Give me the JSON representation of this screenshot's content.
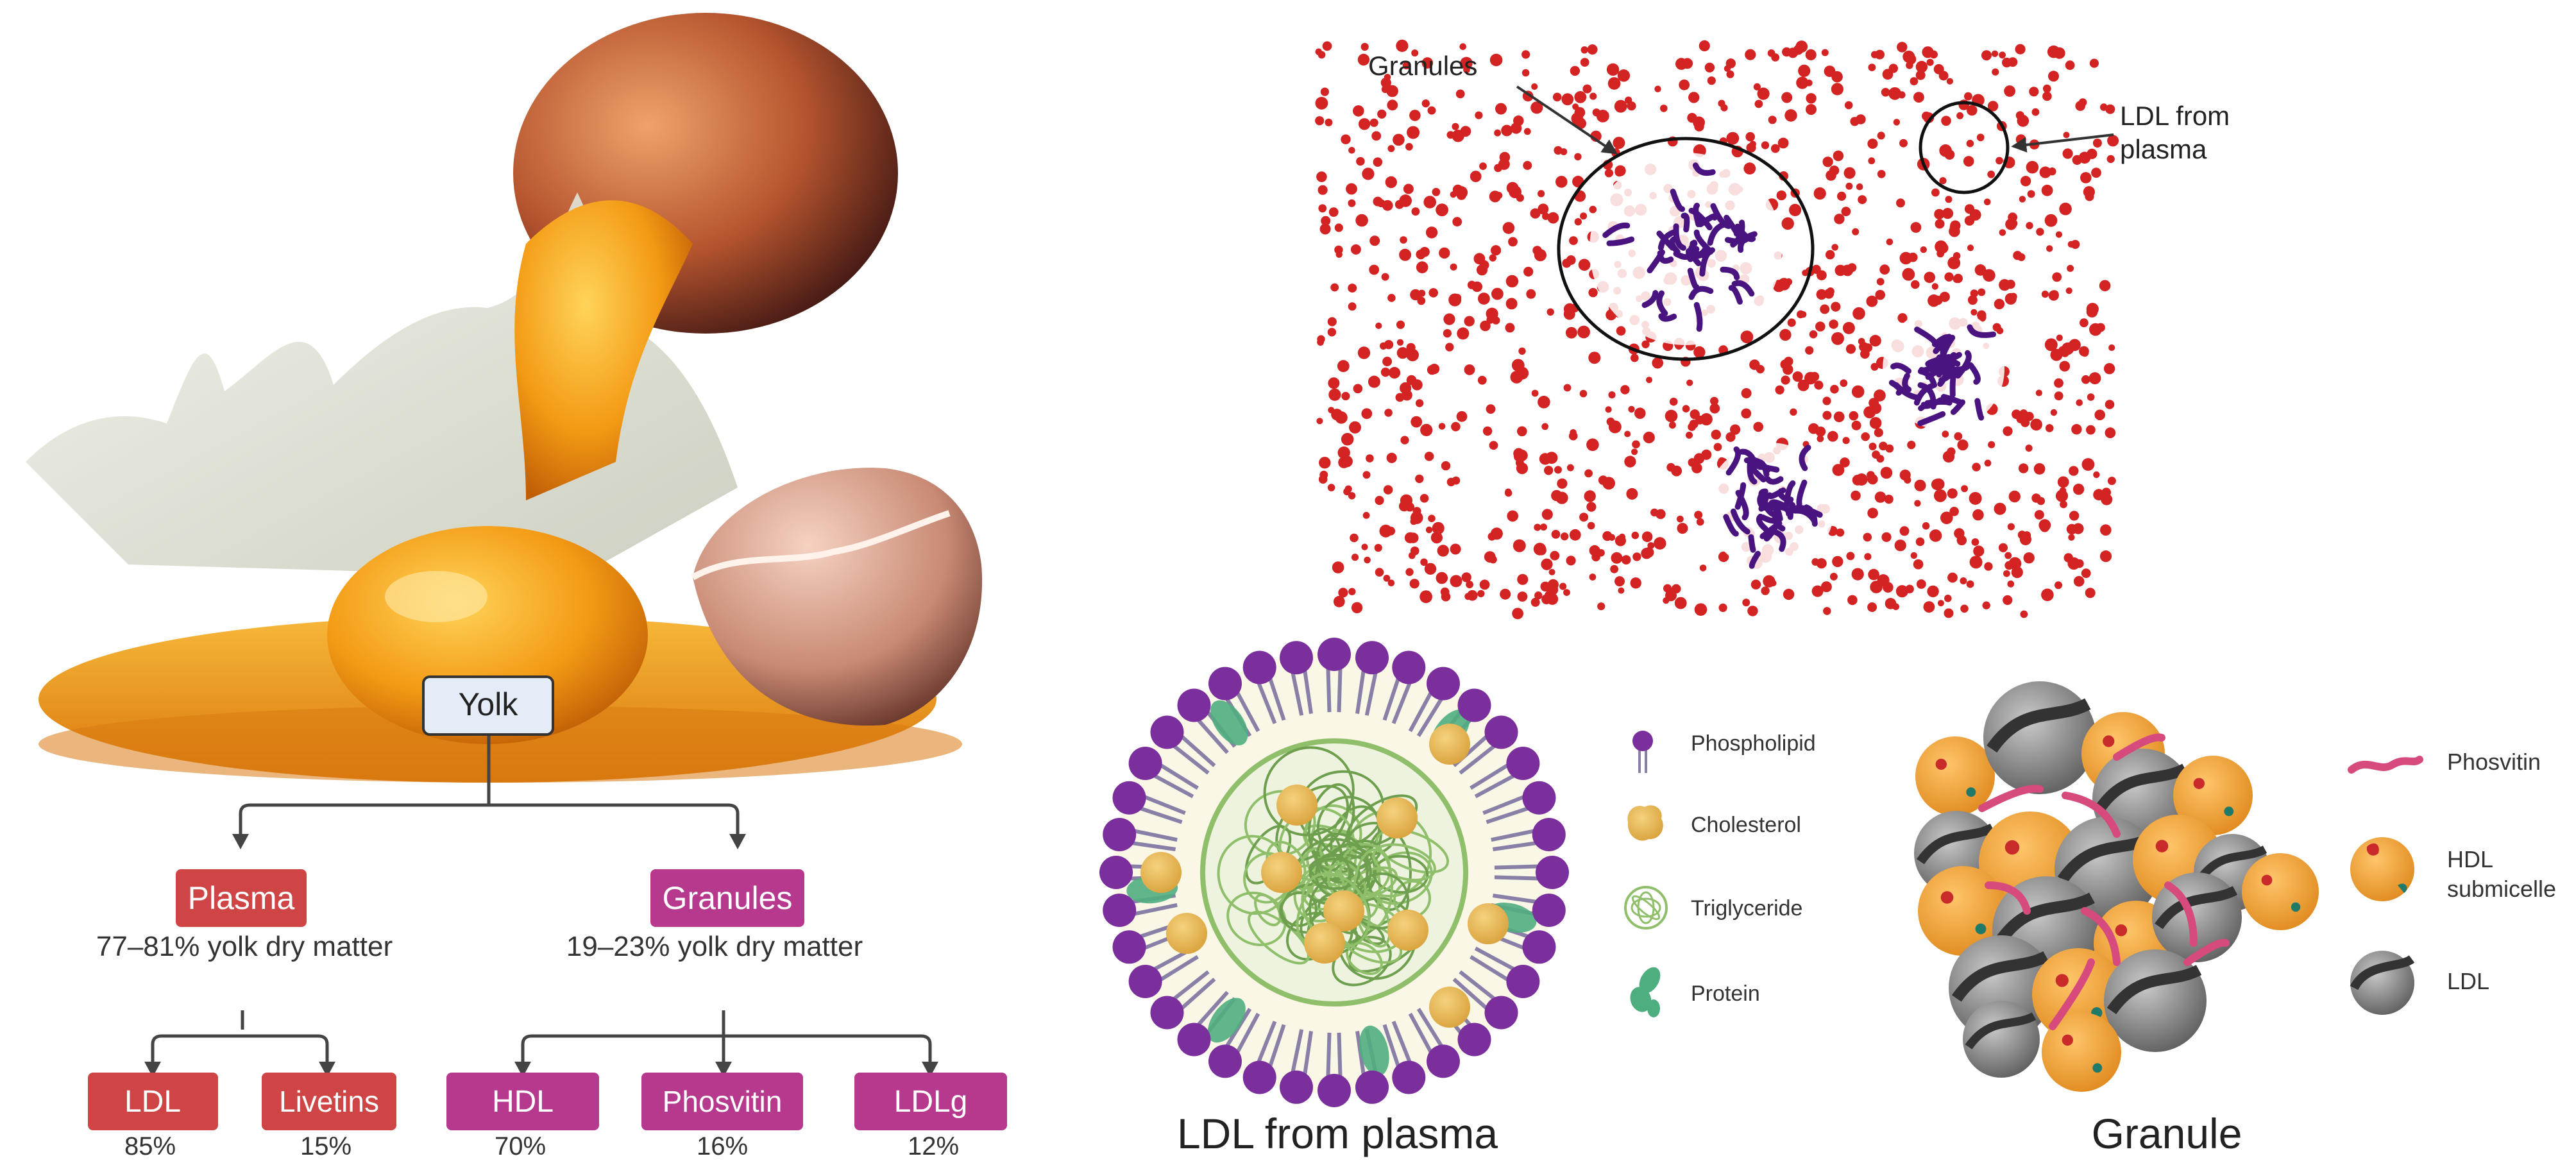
{
  "yolk_tree": {
    "root": "Yolk",
    "plasma": {
      "label": "Plasma",
      "note": "77–81% yolk dry matter"
    },
    "granules": {
      "label": "Granules",
      "note": "19–23% yolk dry matter"
    },
    "plasma_children": [
      {
        "label": "LDL",
        "percent": "85%"
      },
      {
        "label": "Livetins",
        "percent": "15%"
      }
    ],
    "granule_children": [
      {
        "label": "HDL",
        "percent": "70%"
      },
      {
        "label": "Phosvitin",
        "percent": "16%"
      },
      {
        "label": "LDLg",
        "percent": "12%"
      }
    ]
  },
  "micrograph": {
    "granules_label": "Granules",
    "ldl_label_line1": "LDL from",
    "ldl_label_line2": "plasma"
  },
  "ldl_panel": {
    "caption": "LDL from plasma",
    "legend": [
      "Phospholipid",
      "Cholesterol",
      "Triglyceride",
      "Protein"
    ]
  },
  "granule_panel": {
    "caption": "Granule",
    "legend": [
      "Phosvitin",
      "HDL",
      "submicelle",
      "LDL"
    ]
  },
  "colors": {
    "plasma_red": "#cf4545",
    "granule_magenta": "#b6398e",
    "yolk_box": "#e4ecf7",
    "dot_red": "#d42323",
    "strand_purple": "#4a1480",
    "phospholipid_head": "#7a2f9c",
    "cholesterol": "#e8b94e",
    "triglyceride": "#8fbf6a",
    "protein": "#4fae7f",
    "hdl_orange": "#f2a33a",
    "ldl_grey": "#8a8a8a",
    "phosvitin_pink": "#d64a7e"
  }
}
